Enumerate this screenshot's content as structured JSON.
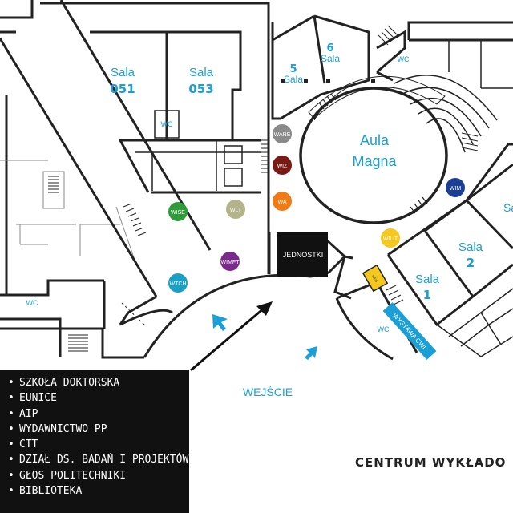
{
  "title": "CENTRUM WYKŁADO",
  "entrance_label": "WEJŚCIE",
  "aula": {
    "line1": "Aula",
    "line2": "Magna"
  },
  "rooms": {
    "sala051": {
      "label": "Sala",
      "number": "051"
    },
    "sala053": {
      "label": "Sala",
      "number": "053"
    },
    "sala5": {
      "label": "Sala",
      "number": "5"
    },
    "sala6": {
      "label": "Sala",
      "number": "6"
    },
    "sala1": {
      "label": "Sala",
      "number": "1"
    },
    "sala2": {
      "label": "Sala",
      "number": "2"
    },
    "sala_edge": {
      "label": "Sa"
    }
  },
  "wc": {
    "top_left": "WC",
    "bottom_left": "WC",
    "top_right": "WC",
    "bottom_right": "WC"
  },
  "jednostki": "JEDNOSTKI",
  "wystawa": "WYSTAWA CWI",
  "info_kiosk": "INFO",
  "departments": [
    {
      "code": "WARE",
      "color": "#8a8a8a"
    },
    {
      "code": "WIZ",
      "color": "#7a1a14"
    },
    {
      "code": "WA",
      "color": "#f07a14"
    },
    {
      "code": "WIM",
      "color": "#1a3f95"
    },
    {
      "code": "WILiT",
      "color": "#f5c81e"
    },
    {
      "code": "WIŚE",
      "color": "#2f9a3a"
    },
    {
      "code": "WLT",
      "color": "#b4b48a"
    },
    {
      "code": "WIMFT",
      "color": "#7a2a8a"
    },
    {
      "code": "WTCH",
      "color": "#1aa0c4"
    }
  ],
  "legend_items": [
    "SZKOŁA DOKTORSKA",
    "EUNICE",
    "AIP",
    "WYDAWNICTWO PP",
    "CTT",
    "DZIAŁ DS. BADAŃ I PROJEKTÓW",
    "GŁOS POLITECHNIKI",
    "BIBLIOTEKA"
  ],
  "colors": {
    "accent": "#1a9fd6",
    "walls": "#222222",
    "legend_bg": "#111111"
  }
}
